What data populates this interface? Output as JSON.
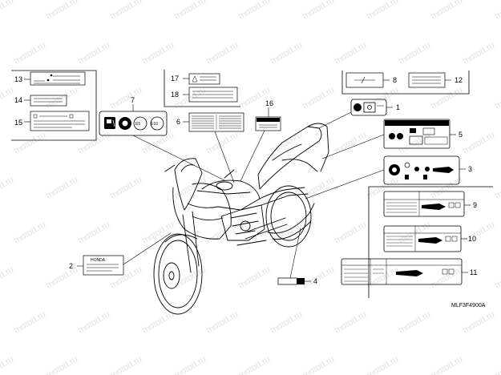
{
  "diagram": {
    "code": "MLF3F4900A",
    "watermark_text": "motod.ru",
    "brand_label": "HONDA",
    "fuel_labels": [
      "E5",
      "E10"
    ],
    "callouts": [
      {
        "id": "c1",
        "text": "1"
      },
      {
        "id": "c2",
        "text": "2"
      },
      {
        "id": "c3",
        "text": "3"
      },
      {
        "id": "c4",
        "text": "4"
      },
      {
        "id": "c5",
        "text": "5"
      },
      {
        "id": "c6",
        "text": "6"
      },
      {
        "id": "c7",
        "text": "7"
      },
      {
        "id": "c8",
        "text": "8"
      },
      {
        "id": "c9",
        "text": "9"
      },
      {
        "id": "c10",
        "text": "10"
      },
      {
        "id": "c11",
        "text": "11"
      },
      {
        "id": "c12",
        "text": "12"
      },
      {
        "id": "c13",
        "text": "13"
      },
      {
        "id": "c14",
        "text": "14"
      },
      {
        "id": "c15",
        "text": "15"
      },
      {
        "id": "c16",
        "text": "16"
      },
      {
        "id": "c17",
        "text": "17"
      },
      {
        "id": "c18",
        "text": "18"
      }
    ]
  }
}
